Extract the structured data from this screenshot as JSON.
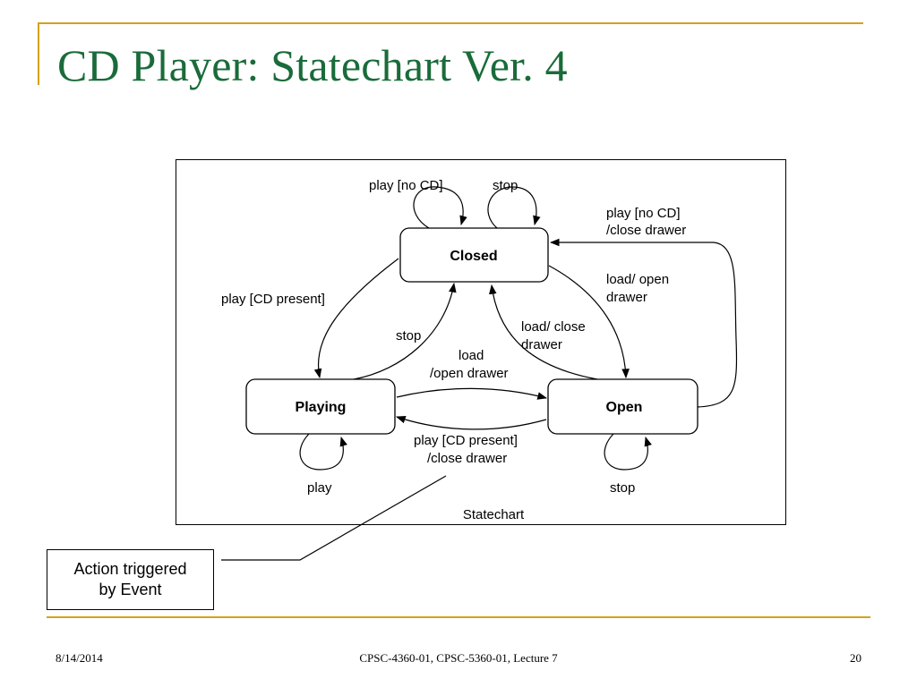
{
  "slide": {
    "title": "CD Player: Statechart Ver. 4"
  },
  "diagram": {
    "caption": "Statechart",
    "states": {
      "closed": "Closed",
      "playing": "Playing",
      "open": "Open"
    },
    "transitions": {
      "closed_self_play": "play [no CD]",
      "closed_self_stop": "stop",
      "open_to_closed_line1": "play [no CD]",
      "open_to_closed_line2": "/close drawer",
      "closed_to_playing": "play [CD present]",
      "playing_to_closed": "stop",
      "closed_to_open_line1": "load/ open",
      "closed_to_open_line2": "drawer",
      "open_to_closed_load_line1": "load/ close",
      "open_to_closed_load_line2": "drawer",
      "playing_to_open_line1": "load",
      "playing_to_open_line2": "/open drawer",
      "open_to_playing_line1": "play [CD present]",
      "open_to_playing_line2": "/close drawer",
      "playing_self": "play",
      "open_self": "stop"
    }
  },
  "callout": {
    "line1": "Action triggered",
    "line2": "by Event"
  },
  "footer": {
    "date": "8/14/2014",
    "course": "CPSC-4360-01, CPSC-5360-01, Lecture 7",
    "page": "20"
  }
}
